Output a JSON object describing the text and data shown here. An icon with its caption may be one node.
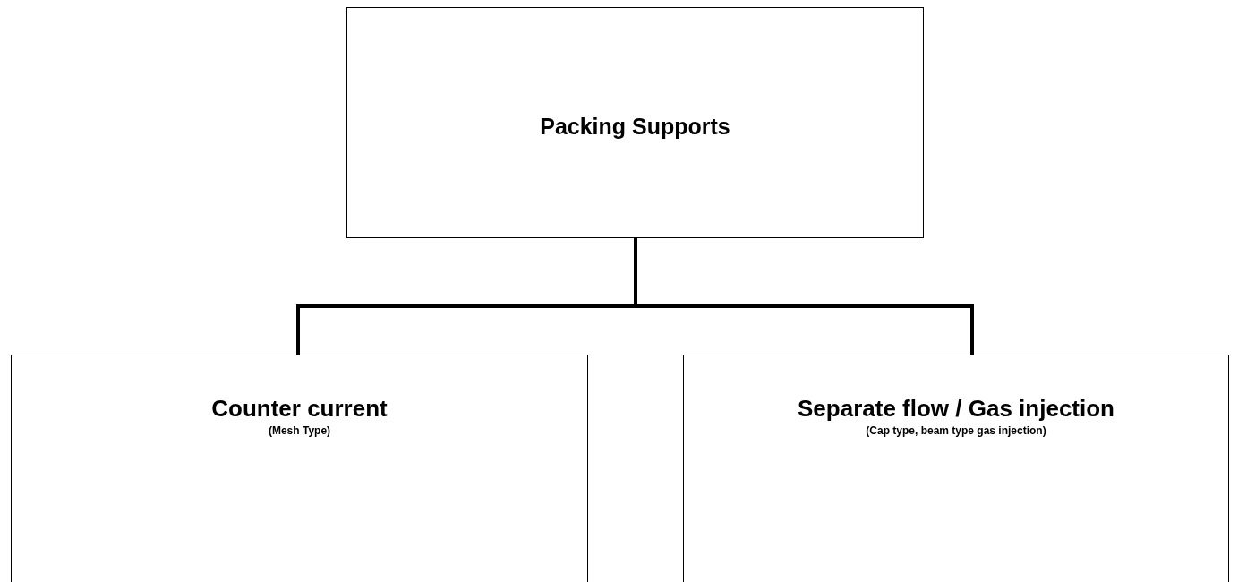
{
  "diagram": {
    "nodes": [
      {
        "text": [
          "Packing Supports"
        ]
      },
      {
        "text": [
          "Counter current",
          "(Mesh Type)"
        ]
      },
      {
        "text": [
          "Separate flow / Gas injection",
          "(Cap type, beam type gas injection)"
        ]
      }
    ],
    "edges": [
      {
        "from": 0,
        "to": 1,
        "arrow": "none"
      },
      {
        "from": 0,
        "to": 2,
        "arrow": "none"
      }
    ]
  }
}
